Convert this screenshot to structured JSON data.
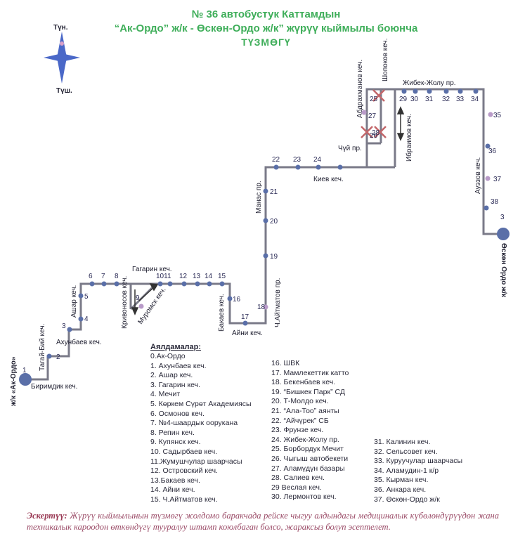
{
  "title": {
    "line1": "№ 36 автобустук Каттамдын",
    "line2": "“Ак-Ордо” ж/к  -  Өскөн-Ордо ж/к” жүрүү кыймылы боюнча",
    "line3": "ТҮЗМӨГҮ"
  },
  "compass": {
    "north": "Түн.",
    "south": "Түш."
  },
  "terminals": {
    "start": "ж/к «Ак-Ордо»",
    "end": "Өскөн Ордо ж/к"
  },
  "streets": {
    "birimdik": "Биримдик кеч.",
    "tagai_biy": "Тагай-Бий кеч.",
    "akhunbaev": "Ахунбаев кеч.",
    "ashar": "Ашар кеч.",
    "gagarin": "Гагарин кеч.",
    "krivonosov": "Кривоносов кеч.",
    "muromsk": "Муромск кеч.",
    "bakaev": "Бакаев кеч.",
    "aini": "Айни кеч.",
    "aitmatov": "Ч.Айтматов пр.",
    "manas": "Манас пр.",
    "kiev": "Киев кеч.",
    "chui": "Чүй пр.",
    "abdrakhmanov": "Абдрахманов кеч.",
    "shopokov": "Шопоков кеч.",
    "ibraimov": "Ибраимов кеч.",
    "zhibek": "Жибек-Жолу пр.",
    "auezov": "Ауэзов кеч."
  },
  "map_numbers": {
    "n1": "1",
    "n2": "2",
    "n3": "3",
    "n4": "4",
    "n5": "5",
    "n6": "6",
    "n7": "7",
    "n8": "8",
    "n9": "9",
    "n1011": "1011",
    "n12": "12",
    "n13": "13",
    "n14": "14",
    "n15": "15",
    "n16": "16",
    "n17": "17",
    "n18": "18",
    "n19": "19",
    "n20": "20",
    "n21": "21",
    "n22": "22",
    "n23": "23",
    "n24": "24",
    "n25": "25",
    "n26": "26",
    "n27": "27",
    "n28": "28",
    "n29": "29",
    "n30": "30",
    "n31": "31",
    "n32": "32",
    "n33": "33",
    "n34": "34",
    "n35": "35",
    "n36": "36",
    "n37": "37",
    "n38": "38",
    "n3b": "3"
  },
  "legend": {
    "title": "Аялдамалар:",
    "col1": [
      "0.Ак-Ордо",
      "1. Ахунбаев кеч.",
      "2. Ашар кеч.",
      "3. Гагарин кеч.",
      "4. Мечит",
      "5. Көркем Сүрөт Академиясы",
      "6. Осмонов кеч.",
      "7. №4-шаардык оорукана",
      "8. Репин кеч.",
      "9. Купянск кеч.",
      "10. Садырбаев кеч.",
      "11.Жумушчулар шаарчасы",
      "12. Островский кеч.",
      "13.Бакаев кеч.",
      "14. Айни кеч.",
      "15. Ч.Айтматов кеч."
    ],
    "col2": [
      "16. ШВК",
      "17. Мамлекеттик катто",
      "18. Бекенбаев кеч.",
      "19. “Бишкек Парк” СД",
      "20. Т-Молдо кеч.",
      "21. “Ала-Тоо” аянты",
      "22. “Айчүрек” СБ",
      "23. Фрунзе кеч.",
      "24. Жибек-Жолу пр.",
      "25. Борбордук Мечит",
      "26. Чыгыш автобекети",
      "27. Аламүдүн базары",
      "28. Салиев кеч.",
      "29 Веслая кеч.",
      "30. Лермонтов кеч."
    ],
    "col3": [
      "31. Калинин кеч.",
      "32. Сельсовет кеч.",
      "33. Куруучулар шаарчасы",
      "34. Аламудин-1 к/р",
      "35. Кырман кеч.",
      "36. Анкара кеч.",
      "37. Өскөн-Ордо ж/к"
    ]
  },
  "note": {
    "label": "Эскертүү:",
    "text": "Жүрүү кыймылынын түзмөгү жолдомо баракчада рейске чыгуу алдындагы медициналык күбөлөндүрүүдөн жана техникалык кароодон өткөндүгү тууралуу штамп коюлбаган болсо, жараксыз болуп эсептелет."
  },
  "colors": {
    "route": "#7a7a88",
    "stop": "#5a6fa8",
    "stop_alt": "#b89ac8",
    "title": "#3fae5a",
    "note": "#9a4a66",
    "compass": "#4a68c8"
  }
}
